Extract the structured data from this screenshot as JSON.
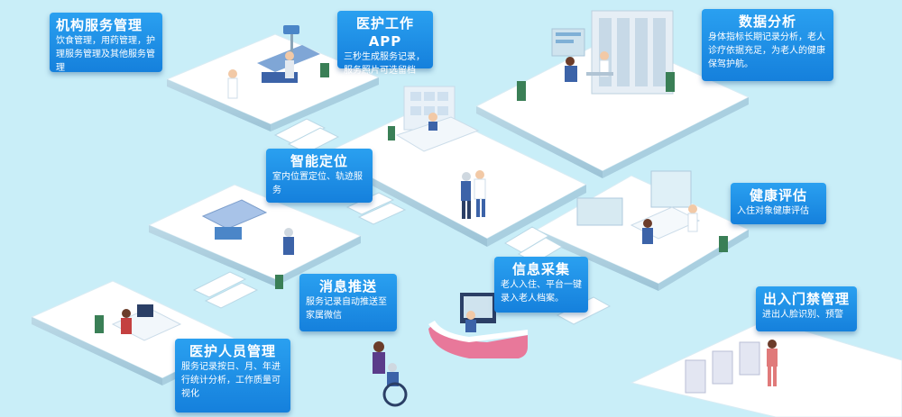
{
  "cards": {
    "institution": {
      "title": "机构服务管理",
      "body": "饮食管理，用药管理，护理服务管理及其他服务管理"
    },
    "app": {
      "title": "医护工作APP",
      "body": "三秒生成服务记录，服务照片可选留档"
    },
    "data_analysis": {
      "title": "数据分析",
      "body": "身体指标长期记录分析，老人诊疗依据充足，为老人的健康保驾护航。"
    },
    "positioning": {
      "title": "智能定位",
      "body": "室内位置定位、轨迹服务"
    },
    "health": {
      "title": "健康评估",
      "body": "入住对象健康评估"
    },
    "push": {
      "title": "消息推送",
      "body": "服务记录自动推送至家属微信"
    },
    "info": {
      "title": "信息采集",
      "body": "老人入住、平台一键录入老人档案。"
    },
    "access": {
      "title": "出入门禁管理",
      "body": "进出人脸识别、预警"
    },
    "staff": {
      "title": "医护人员管理",
      "body": "服务记录按日、月、年进行统计分析，工作质量可视化"
    }
  },
  "colors": {
    "background": "#c9eef8",
    "card": "#1a8ae6",
    "platform": "#ffffff",
    "accent": "#3c63a8"
  }
}
